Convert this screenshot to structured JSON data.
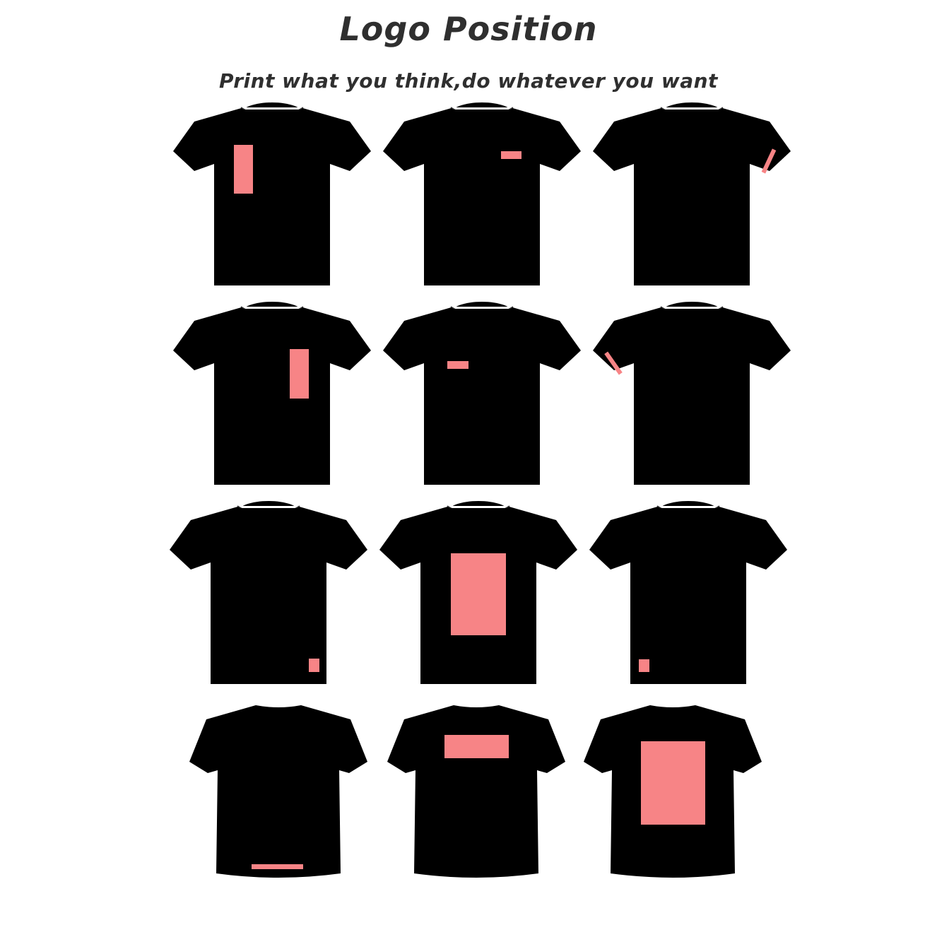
{
  "header": {
    "title": "Logo Position",
    "subtitle": "Print what you think,do whatever you want"
  },
  "colors": {
    "print_area": "#f78486",
    "outline": "#111111",
    "background": "#ffffff"
  },
  "shirts": [
    {
      "id": "front-left-chest-vertical",
      "view": "front"
    },
    {
      "id": "front-right-chest-horizontal",
      "view": "front"
    },
    {
      "id": "front-left-sleeve",
      "view": "front"
    },
    {
      "id": "front-right-chest-vertical",
      "view": "front"
    },
    {
      "id": "front-center-chest-small",
      "view": "front"
    },
    {
      "id": "front-right-sleeve",
      "view": "front"
    },
    {
      "id": "front-hem-left",
      "view": "front"
    },
    {
      "id": "front-center-large",
      "view": "front"
    },
    {
      "id": "front-hem-right",
      "view": "front"
    },
    {
      "id": "back-hem",
      "view": "back"
    },
    {
      "id": "back-upper",
      "view": "back"
    },
    {
      "id": "back-large",
      "view": "back"
    }
  ]
}
